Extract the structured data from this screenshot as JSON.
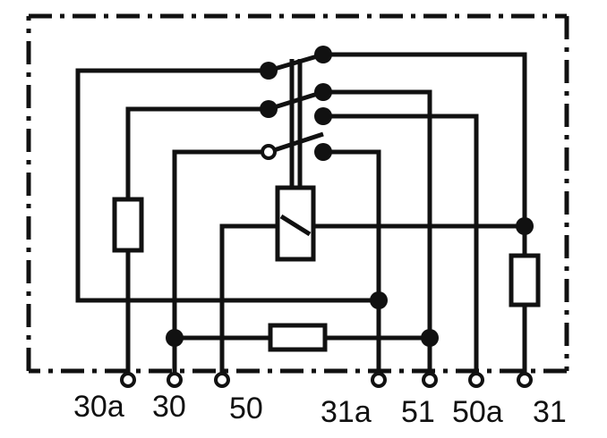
{
  "terminals": [
    {
      "id": "30a",
      "label": "30a"
    },
    {
      "id": "30",
      "label": "30"
    },
    {
      "id": "50",
      "label": "50"
    },
    {
      "id": "31a",
      "label": "31a"
    },
    {
      "id": "51",
      "label": "51"
    },
    {
      "id": "50a",
      "label": "50a"
    },
    {
      "id": "31",
      "label": "31"
    }
  ],
  "colors": {
    "line": "#111111",
    "background": "#ffffff"
  }
}
